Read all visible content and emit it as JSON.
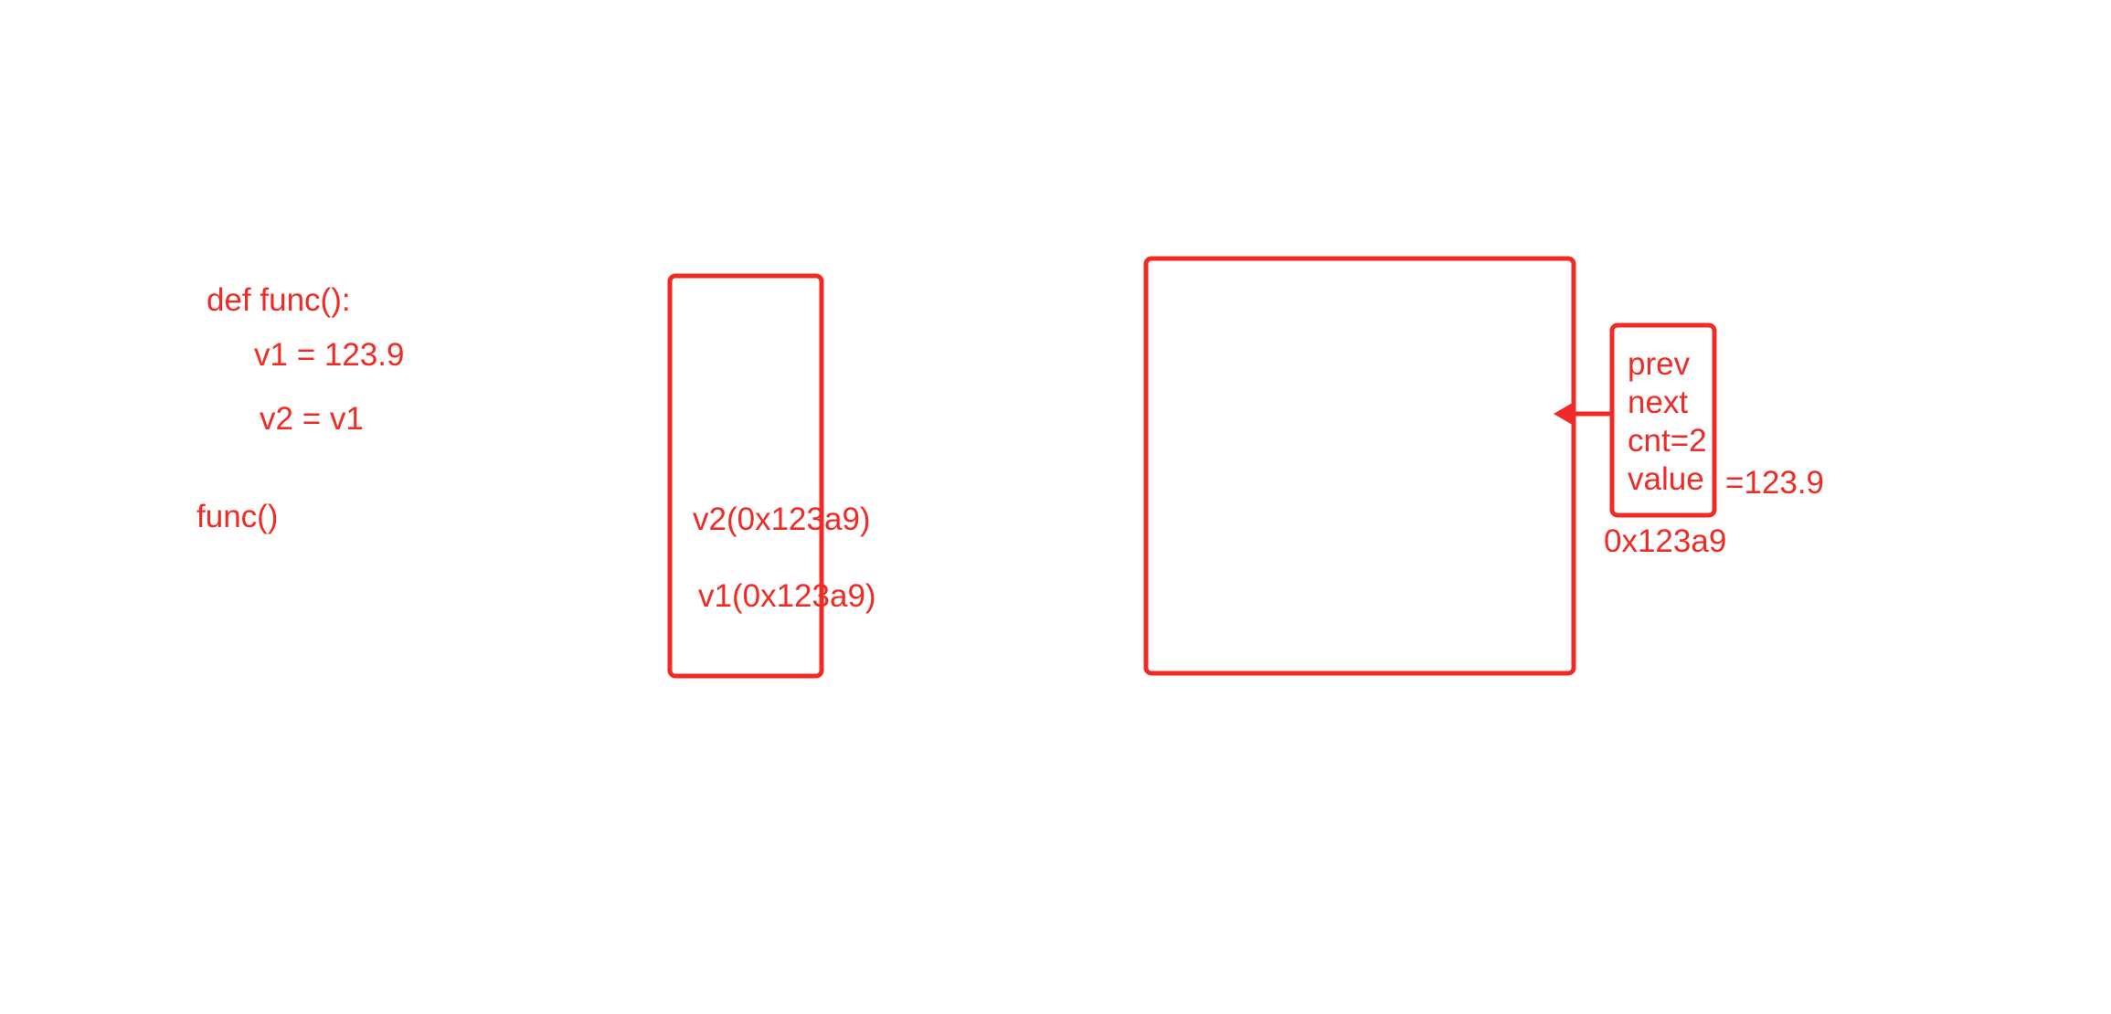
{
  "colors": {
    "ink": "#f02a24",
    "background": "#ffffff"
  },
  "code": {
    "line_def": "def func():",
    "line_v1": "v1 = 123.9",
    "line_v2": "v2 = v1",
    "line_call": "func()"
  },
  "stack_frame": {
    "item_v2": "v2(0x123a9)",
    "item_v1": "v1(0x123a9)"
  },
  "object": {
    "field_prev": "prev",
    "field_next": "next",
    "field_cnt": "cnt=2",
    "field_value": "value",
    "value_text": "=123.9",
    "address": "0x123a9"
  }
}
